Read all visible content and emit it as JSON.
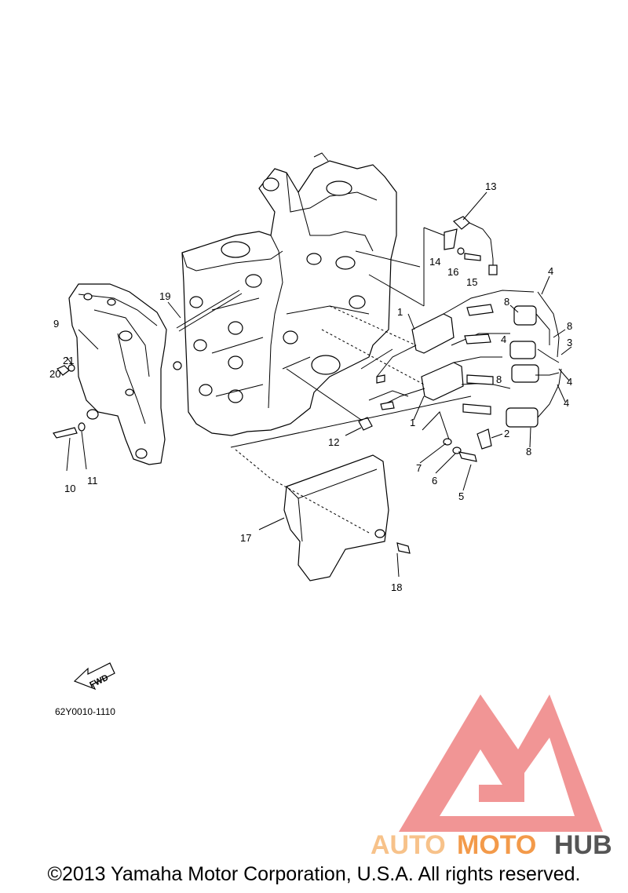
{
  "diagram": {
    "part_labels": [
      {
        "id": "1",
        "text": "1"
      },
      {
        "id": "1b",
        "text": "1"
      },
      {
        "id": "2",
        "text": "2"
      },
      {
        "id": "3",
        "text": "3"
      },
      {
        "id": "4a",
        "text": "4"
      },
      {
        "id": "4b",
        "text": "4"
      },
      {
        "id": "4c",
        "text": "4"
      },
      {
        "id": "4d",
        "text": "4"
      },
      {
        "id": "5",
        "text": "5"
      },
      {
        "id": "6",
        "text": "6"
      },
      {
        "id": "7",
        "text": "7"
      },
      {
        "id": "8a",
        "text": "8"
      },
      {
        "id": "8b",
        "text": "8"
      },
      {
        "id": "8c",
        "text": "8"
      },
      {
        "id": "8d",
        "text": "8"
      },
      {
        "id": "9",
        "text": "9"
      },
      {
        "id": "10",
        "text": "10"
      },
      {
        "id": "11",
        "text": "11"
      },
      {
        "id": "12",
        "text": "12"
      },
      {
        "id": "13",
        "text": "13"
      },
      {
        "id": "14",
        "text": "14"
      },
      {
        "id": "15",
        "text": "15"
      },
      {
        "id": "16",
        "text": "16"
      },
      {
        "id": "17",
        "text": "17"
      },
      {
        "id": "18",
        "text": "18"
      },
      {
        "id": "19",
        "text": "19"
      },
      {
        "id": "20",
        "text": "20"
      },
      {
        "id": "21",
        "text": "21"
      }
    ],
    "fwd_arrow_label": "FWD",
    "diagram_code": "62Y0010-1110"
  },
  "watermark": {
    "part1": "AUTO",
    "part2": "MOTO",
    "part3": "HUB",
    "color_light": "#f7c28a",
    "color_orange": "#f39a4a",
    "color_dark": "#555555",
    "logo_color": "#f08a8a"
  },
  "footer": {
    "copyright": "©2013 Yamaha Motor Corporation, U.S.A. All rights reserved."
  }
}
